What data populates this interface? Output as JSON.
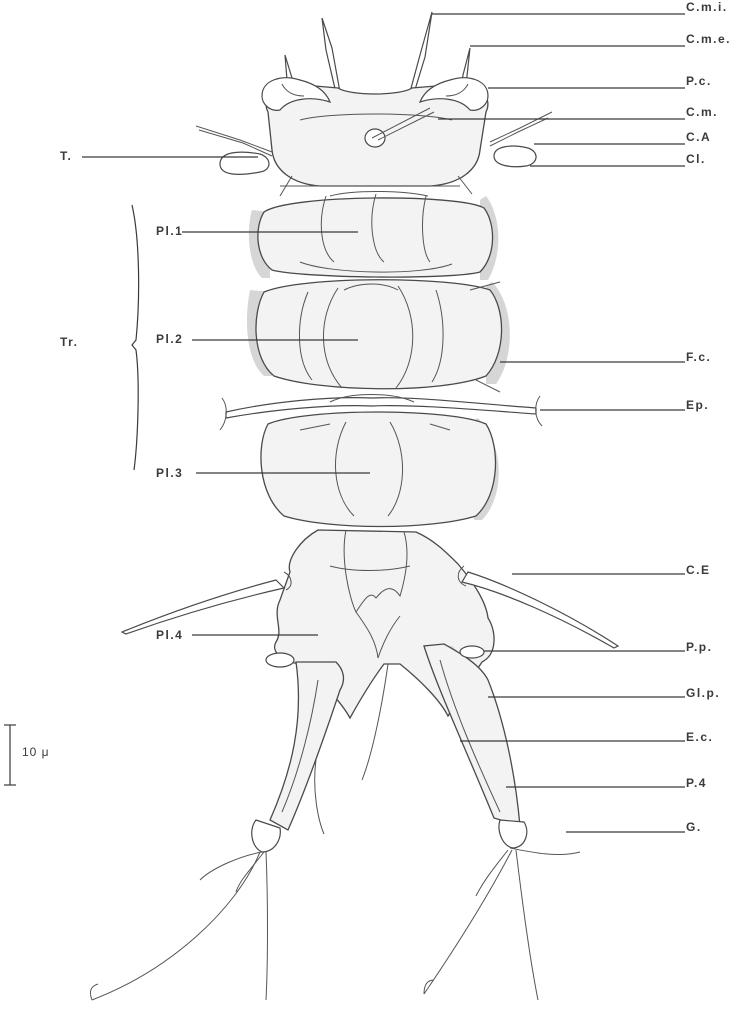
{
  "labels": {
    "cmi": "C.m.i.",
    "cme": "C.m.e.",
    "pc": "P.c.",
    "cm": "C.m.",
    "ca": "C.A",
    "cl": "Cl.",
    "t": "T.",
    "pl1": "Pl.1",
    "pl2": "Pl.2",
    "pl3": "Pl.3",
    "pl4": "Pl.4",
    "tr": "Tr.",
    "fc": "F.c.",
    "ep": "Ep.",
    "ce": "C.E",
    "pp": "P.p.",
    "glp": "Gl.p.",
    "ec": "E.c.",
    "p4": "P.4",
    "g": "G."
  },
  "scale_bar": {
    "label": "10 μ"
  }
}
